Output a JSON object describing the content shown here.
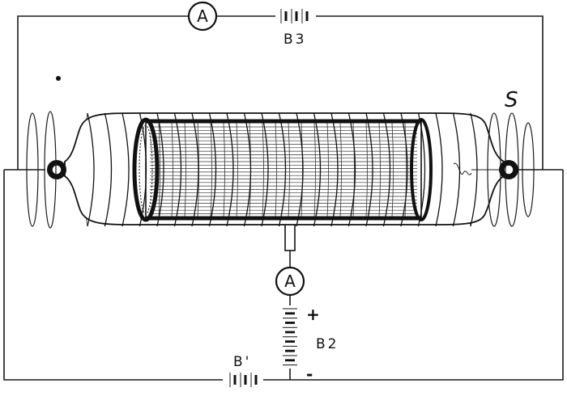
{
  "labels": {
    "ammeter_top": "A",
    "ammeter_mid": "A",
    "battery_top": "B3",
    "battery_right": "B2",
    "battery_bottom": "B'",
    "solenoid": "S",
    "plus": "+",
    "minus": "-"
  }
}
